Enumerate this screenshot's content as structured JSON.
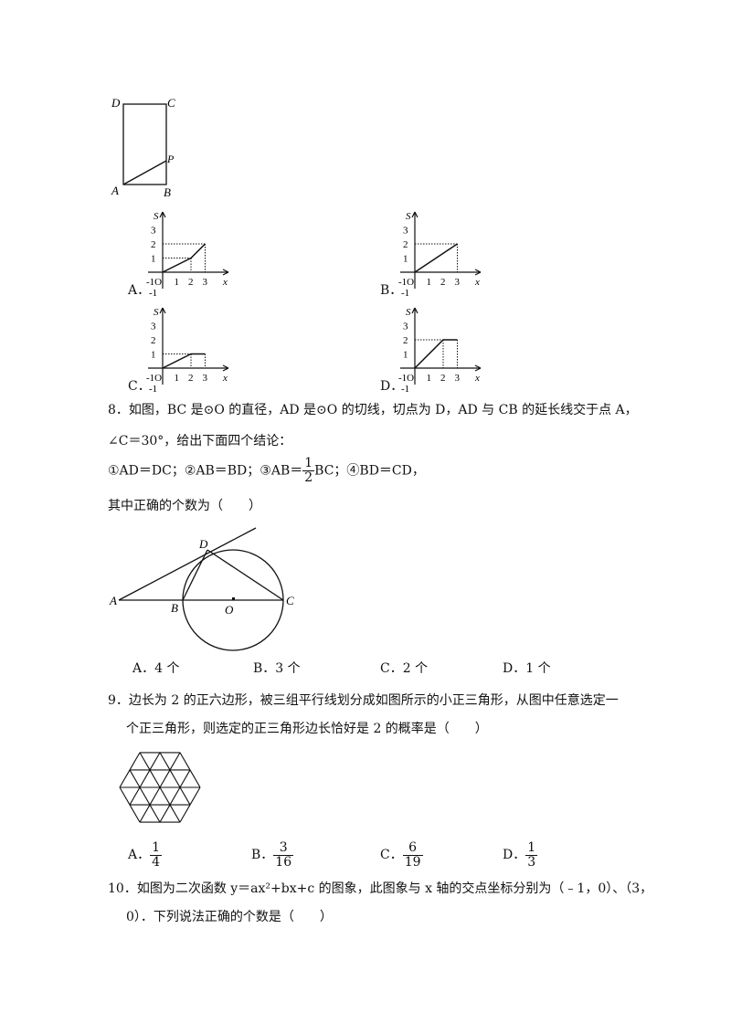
{
  "q7": {
    "rect_labels": {
      "D": "D",
      "C": "C",
      "A": "A",
      "B": "B",
      "P": "P"
    },
    "graph_labels": {
      "s": "S",
      "x": "x",
      "origin": "-1O",
      "neg_one": "-1",
      "y_ticks": [
        "3",
        "2",
        "1"
      ],
      "x_ticks": [
        "1",
        "2",
        "3"
      ]
    },
    "options": [
      "A．",
      "B．",
      "C．",
      "D．"
    ]
  },
  "q8": {
    "line1": "8．如图，BC 是⊙O 的直径，AD 是⊙O 的切线，切点为 D，AD 与 CB 的延长线交于点 A，",
    "line2": "∠C＝30°，给出下面四个结论：",
    "line3_a": "①AD＝DC；②AB＝BD；③AB＝",
    "frac_num": "1",
    "frac_den": "2",
    "line3_b": "BC；④BD＝CD，",
    "line4": "其中正确的个数为（　　）",
    "fig_labels": {
      "A": "A",
      "B": "B",
      "O": "O",
      "C": "C",
      "D": "D"
    },
    "options": [
      "A．4 个",
      "B．3 个",
      "C．2 个",
      "D．1 个"
    ]
  },
  "q9": {
    "line1": "9．边长为 2 的正六边形，被三组平行线划分成如图所示的小正三角形，从图中任意选定一",
    "line2": "个正三角形，则选定的正三角形边长恰好是 2 的概率是（　　）",
    "options": [
      {
        "label": "A．",
        "num": "1",
        "den": "4"
      },
      {
        "label": "B．",
        "num": "3",
        "den": "16"
      },
      {
        "label": "C．",
        "num": "6",
        "den": "19"
      },
      {
        "label": "D．",
        "num": "1",
        "den": "3"
      }
    ]
  },
  "q10": {
    "line1": "10．如图为二次函数 y＝ax²+bx+c 的图象，此图象与 x 轴的交点坐标分别为（﹣1，0）、（3，",
    "line2": "0）．下列说法正确的个数是（　　）"
  }
}
